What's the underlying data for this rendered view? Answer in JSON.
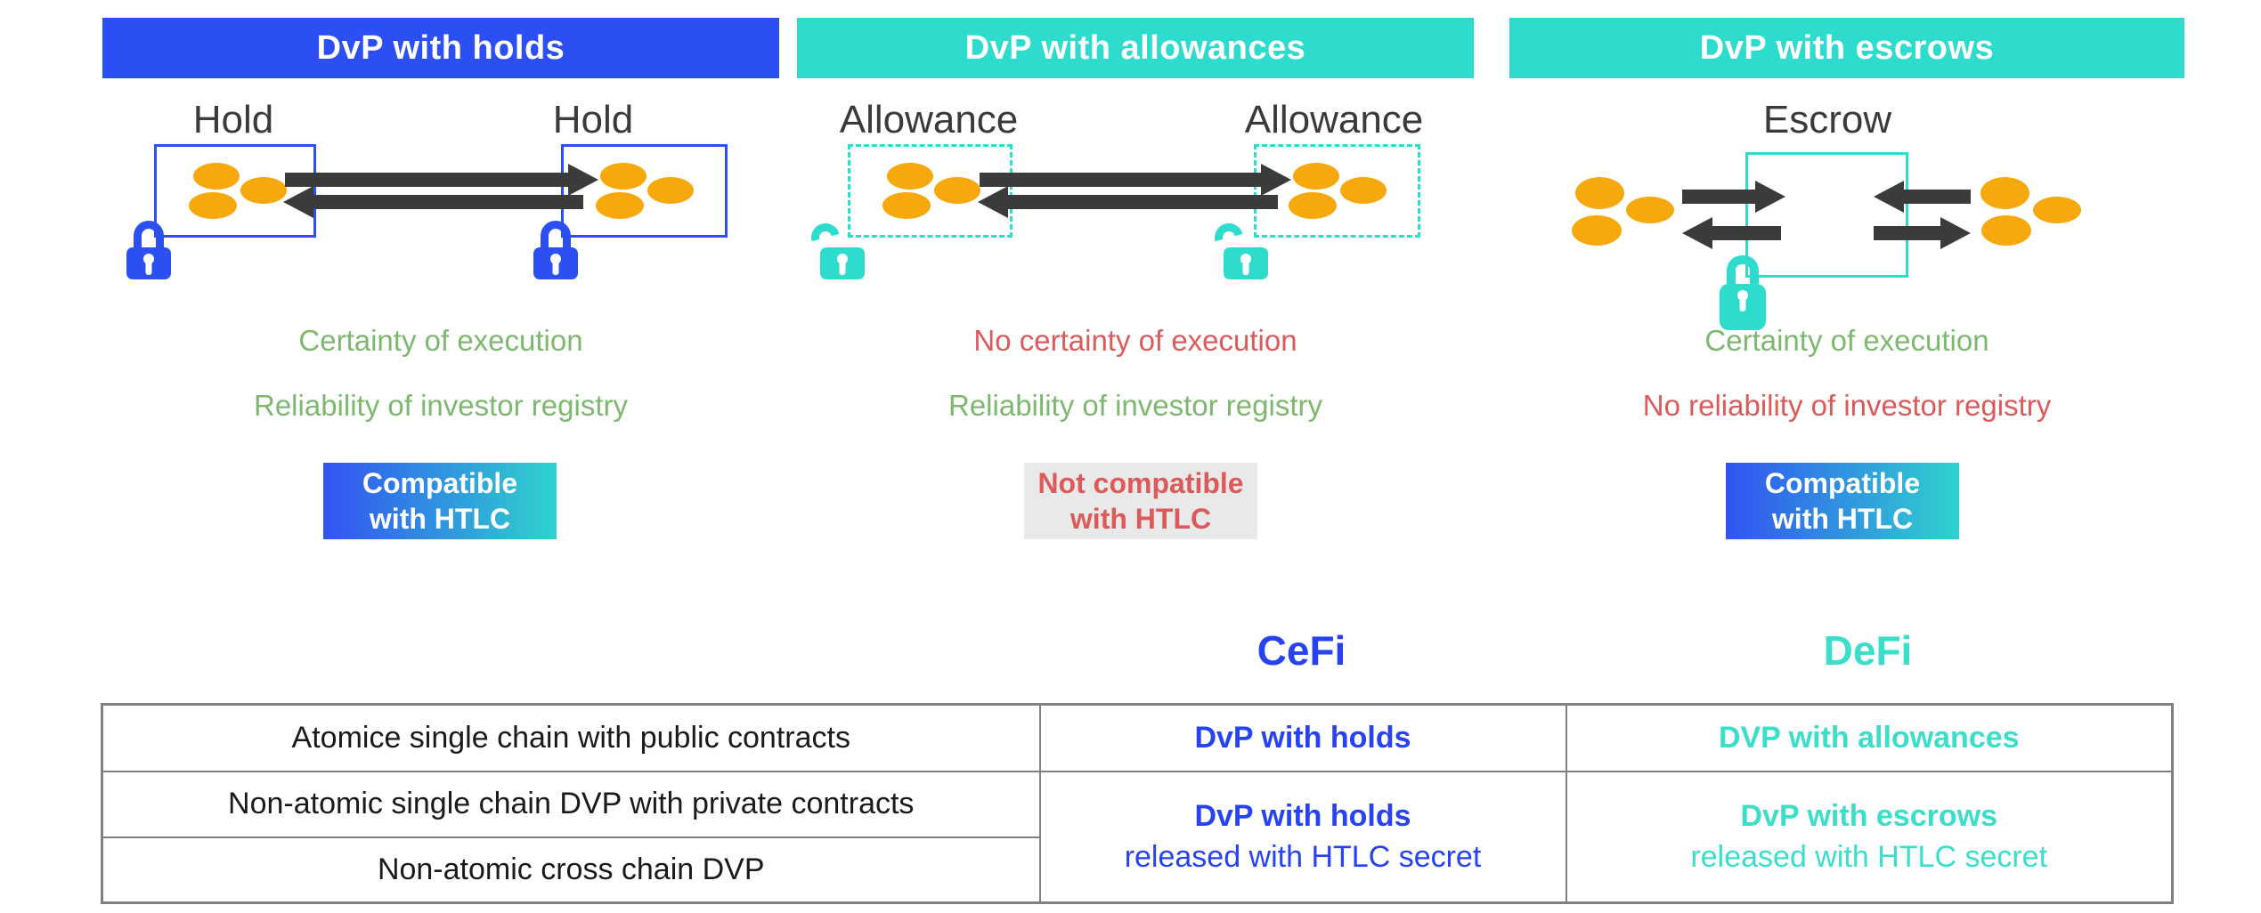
{
  "panels": [
    {
      "title": "DvP with holds",
      "label_left": "Hold",
      "label_right": "Hold",
      "status1": "Certainty of execution",
      "status2": "Reliability of investor registry",
      "badge": {
        "line1": "Compatible",
        "line2": "with HTLC"
      }
    },
    {
      "title": "DvP with allowances",
      "label_left": "Allowance",
      "label_right": "Allowance",
      "status1": "No certainty of execution",
      "status2": "Reliability of investor registry",
      "badge": {
        "line1": "Not compatible",
        "line2": "with HTLC"
      }
    },
    {
      "title": "DvP with escrows",
      "label_center": "Escrow",
      "status1": "Certainty of execution",
      "status2": "No reliability of investor registry",
      "badge": {
        "line1": "Compatible",
        "line2": "with HTLC"
      }
    }
  ],
  "comparison": {
    "cefi_header": "CeFi",
    "defi_header": "DeFi",
    "rows": [
      "Atomice single chain with public contracts",
      "Non-atomic single chain DVP with private contracts",
      "Non-atomic cross chain DVP"
    ],
    "cefi_row1": "DvP with holds",
    "defi_row1": "DVP with allowances",
    "cefi_merged": {
      "line1": "DvP with holds",
      "line2": "released with HTLC secret"
    },
    "defi_merged": {
      "line1": "DvP with escrows",
      "line2": "released with HTLC secret"
    }
  },
  "colors": {
    "header_blue": "#2B4FF2",
    "header_teal": "#2EDCCE",
    "text_blue": "#2742F2",
    "text_teal": "#3BDEC9",
    "status_green": "#7CB96F",
    "status_red": "#DC5A5A",
    "token_orange": "#F6A80D",
    "arrow_dark": "#3B3B3B",
    "badge_gradient_start": "#3253F2",
    "badge_gradient_end": "#2FD3CD",
    "badge_gray_bg": "#E9E9E9",
    "table_border": "#808080"
  }
}
